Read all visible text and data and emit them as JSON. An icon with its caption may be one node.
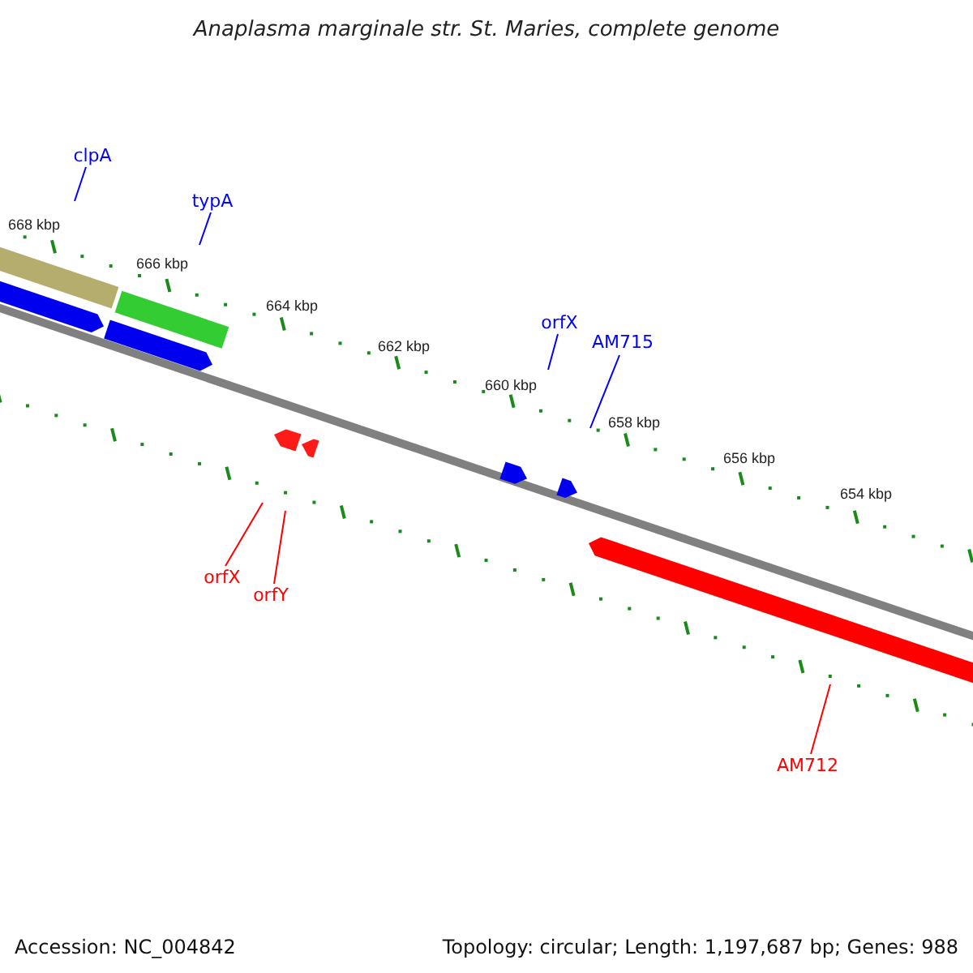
{
  "diagram": {
    "title": "Anaplasma marginale str. St. Maries, complete genome",
    "nodes": [
      {
        "text": [
          "clpA"
        ]
      },
      {
        "text": [
          "typA"
        ]
      },
      {
        "text": [
          "orfX"
        ]
      },
      {
        "text": [
          "AM715"
        ]
      },
      {
        "text": [
          "orfX"
        ]
      },
      {
        "text": [
          "orfY"
        ]
      },
      {
        "text": [
          "AM712"
        ]
      }
    ],
    "edges": [
      {
        "from": 0,
        "to": null,
        "arrow": "none"
      },
      {
        "from": 1,
        "to": null,
        "arrow": "none"
      },
      {
        "from": 2,
        "to": null,
        "arrow": "none"
      },
      {
        "from": 3,
        "to": null,
        "arrow": "none"
      },
      {
        "from": 4,
        "to": null,
        "arrow": "none",
        "color": "#ff0000"
      },
      {
        "from": 5,
        "to": null,
        "arrow": "none",
        "color": "#ff0000"
      },
      {
        "from": 6,
        "to": null,
        "arrow": "none",
        "color": "#ff0000"
      }
    ],
    "labels": [
      "668 kbp",
      "666 kbp",
      "664 kbp",
      "662 kbp",
      "660 kbp",
      "658 kbp",
      "656 kbp",
      "654 kbp",
      "Accession: NC_004842",
      "Topology: circular; Length: 1,197,687 bp; Genes: 988"
    ]
  }
}
